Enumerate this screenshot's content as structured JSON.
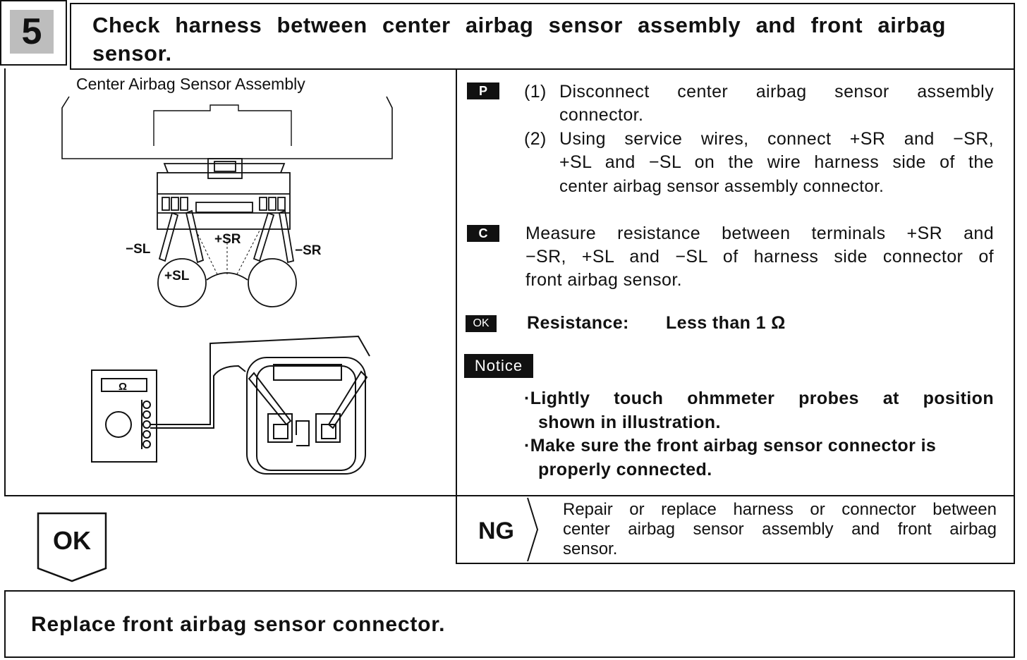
{
  "step": {
    "number": "5",
    "title": "Check harness between center airbag sensor assembly and front airbag sensor."
  },
  "figure": {
    "top_label": "Center Airbag Sensor Assembly",
    "terminals": {
      "minus_sl": "−SL",
      "plus_sr": "+SR",
      "minus_sr": "−SR",
      "plus_sl": "+SL"
    },
    "meter_symbol": "Ω"
  },
  "procedure": {
    "prep_badge": "P",
    "step1_num": "(1)",
    "step1_line1": "Disconnect center airbag sensor assembly",
    "step1_line2": "connector.",
    "step2_num": "(2)",
    "step2_line1": "Using service wires, connect +SR and −SR,",
    "step2_line2": "+SL and −SL on the wire harness side of the",
    "step2_line3": "center airbag sensor assembly connector.",
    "check_badge": "C",
    "check_line1": "Measure resistance between terminals +SR and",
    "check_line2": "−SR, +SL and −SL of harness side connector of",
    "check_line3": "front airbag sensor.",
    "ok_badge": "OK",
    "resistance_label": "Resistance:",
    "resistance_value": "Less than 1 Ω",
    "notice_badge": "Notice",
    "notice1_line1": "·Lightly touch ohmmeter probes at position",
    "notice1_line2": "shown in illustration.",
    "notice2_line1": "·Make sure the front airbag sensor connector is",
    "notice2_line2": "properly connected."
  },
  "ng": {
    "label": "NG",
    "line1": "Repair or replace harness or connector between",
    "line2": "center airbag sensor assembly and front airbag",
    "line3": "sensor."
  },
  "ok": {
    "label": "OK"
  },
  "result": {
    "text": "Replace front airbag sensor connector."
  }
}
